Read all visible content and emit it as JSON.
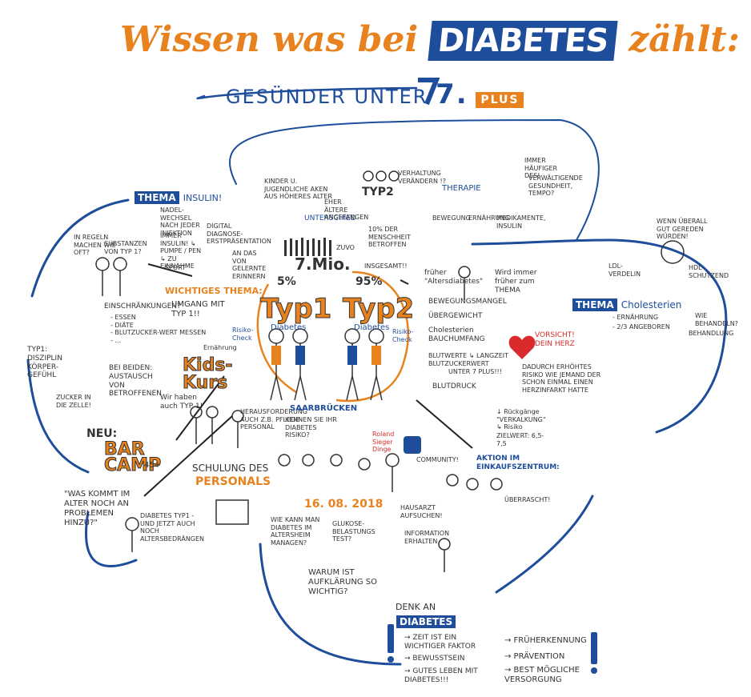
{
  "title": {
    "prefix": "Wissen was bei",
    "brand": "DIABETES",
    "suffix": "zählt:"
  },
  "subtitle": {
    "text": "GESÜNDER UNTER",
    "number": "7.",
    "plus": "PLUS"
  },
  "center": {
    "count": "7.Mio.",
    "pct_typ1": "5%",
    "pct_typ2": "95%",
    "typ1": "Typ1",
    "typ1_sub": "Diabetes",
    "typ2": "Typ2",
    "typ2_sub": "Diabetes",
    "risk_left": "Risiko-Check",
    "risk_right": "Risiko-Check",
    "insgesamt": "INSGESAMT!!",
    "zuvo": "ZUVO"
  },
  "top": {
    "unterschied": "UNTERSCHIED",
    "kinder": "KINDER U. JUGENDLICHE AKEN AUS HÖHERES ALTER",
    "typ2_label": "TYP2",
    "eher_altere": "EHER ÄLTERE ANGEFANGEN",
    "verhaltung": "VERHALTUNG VERÄNDERN !?",
    "therapie": "THERAPIE",
    "bewegung": "BEWEGUNG",
    "ernahrung": "ERNÄHRUNG",
    "medikamente": "MEDIKAMENTE, INSULIN",
    "zehn_prozent": "10% DER MENSCHHEIT BETROFFEN",
    "immer_mehr": "IMMER HÄUFIGER DES!",
    "gesundheit": "VERWÄLTIGENDE GESUNDHEIT, TEMPO?"
  },
  "insulin": {
    "thema": "THEMA",
    "insulin": "INSULIN!",
    "nadel": "NADEL-WECHSEL NACH JEDER INJEKTION",
    "immer": "IMMER INSULIN! ↳ PUMPE / PEN ↳ ZU EINNAHME",
    "digital": "DIGITAL DIAGNOSE-ERSTPRÄSENTATION",
    "sport": "SPORT",
    "zusatz": "AN DAS VON GELERNTE ERINNERN"
  },
  "wichtig": {
    "heading": "WICHTIGES THEMA:",
    "umgang": "UMGANG MIT TYP 1!!",
    "ernahrung": "Ernährung"
  },
  "left": {
    "man_speech": "IN REGELN MACHEN WIE OFT?",
    "sub_typ1": "SUBSTANZEN VON TYP 1?",
    "einschrankungen": "EINSCHRÄNKUNGEN?",
    "list": [
      "- ESSEN",
      "- DIÄTE",
      "- BLUTZUCKER-WERT MESSEN",
      "- ..."
    ],
    "typ1_def": "TYP1: DISZIPLIN KÖRPER-GEFÜHL",
    "zucker": "ZUCKER IN DIE ZELLE!",
    "bei_beiden": "BEI BEIDEN: AUSTAUSCH VON BETROFFENEN"
  },
  "kids": {
    "kids": "Kids-",
    "kurs": "Kurs",
    "wir": "Wir haben auch TYP 1!"
  },
  "barcamp": {
    "neu": "NEU:",
    "bar": "BAR",
    "camp": "CAMP",
    "age": "45+",
    "was_kommt": "\"WAS KOMMT IM ALTER NOCH AN PROBLEMEN HINZU?\"",
    "diabetes_typ1": "DIABETES TYP1 - UND JETZT AUCH NOCH ALTERSBEDRÄNGEN"
  },
  "schulung": {
    "herausforderung": "HERAUSFORDERUNG AUCH Z.B. PFLEGE-PERSONAL",
    "schulung": "SCHULUNG DES",
    "personals": "PERSONALS"
  },
  "saarbrucken": {
    "city": "SAARBRÜCKEN",
    "date": "16. 08. 2018",
    "kennen": "KENNEN SIE IHR DIABETES RISIKO?",
    "community": "COMMUNITY!",
    "roland": "Roland Sieger Dinge"
  },
  "questions": {
    "wie": "WIE KANN MAN DIABETES IM ALTERSHEIM MANAGEN?",
    "glukose": "GLUKOSE-BELASTUNGS TEST?",
    "warum": "WARUM IST AUFKLÄRUNG SO WICHTIG?"
  },
  "typ2_info": {
    "fruher": "früher \"Altersdiabetes\"",
    "wird": "Wird immer früher zum THEMA",
    "bewegung": "BEWEGUNGSMANGEL",
    "ubergewicht": "ÜBERGEWICHT",
    "cholesterin": "Cholesterien BAUCHUMFANG",
    "blutwert": "BLUTWERTE ↳ LANGZEIT BLUTZUCKERWERT",
    "unter7": "UNTER 7 PLUS!!!",
    "blutdruck": "BLUTDRUCK",
    "vorsicht": "VORSICHT! DEIN HERZ",
    "dadurch": "DADURCH ERHÖHTES RISIKO WIE JEMAND DER SCHON EINMAL EINEN HERZINFARKT HATTE",
    "ruckgang": "↓ Rückgänge \"VERKALKUNG\" ↳ Risiko",
    "zielwert": "ZIELWERT: 6,5-7,5"
  },
  "cholesterin": {
    "thema": "THEMA",
    "word": "Cholesterien",
    "erna": "- ERNÄHRUNG",
    "angeboren": "- 2/3 ANGEBOREN",
    "wie_behandeln": "WIE BEHANDELN?",
    "behandlung": "BEHANDLUNG",
    "ldl": "LDL-VERDELIN",
    "hdl": "HDL SCHUTZEND",
    "wenn": "WENN ÜBERALL GUT GEREDEN WÜRDEN!"
  },
  "aktion": {
    "heading": "AKTION IM EINKAUFSZENTRUM:",
    "hausarzt": "HAUSARZT AUFSUCHEN!",
    "info": "INFORMATION ERHALTEN",
    "ueberrascht": "ÜBERRASCHT!"
  },
  "bottom": {
    "denk": "DENK AN",
    "brand": "DIABETES",
    "zeit": "→ ZEIT IST EIN WICHTIGER FAKTOR",
    "bewusstsein": "→ BEWUSSTSEIN",
    "gutes": "→ GUTES LEBEN MIT DIABETES!!!",
    "fruh": "→ FRÜHERKENNUNG",
    "praev": "→ PRÄVENTION",
    "best": "→ BEST MÖGLICHE VERSORGUNG"
  },
  "colors": {
    "orange": "#e8821e",
    "blue": "#1d4d9b",
    "dark": "#222222",
    "red": "#d92b2b"
  }
}
